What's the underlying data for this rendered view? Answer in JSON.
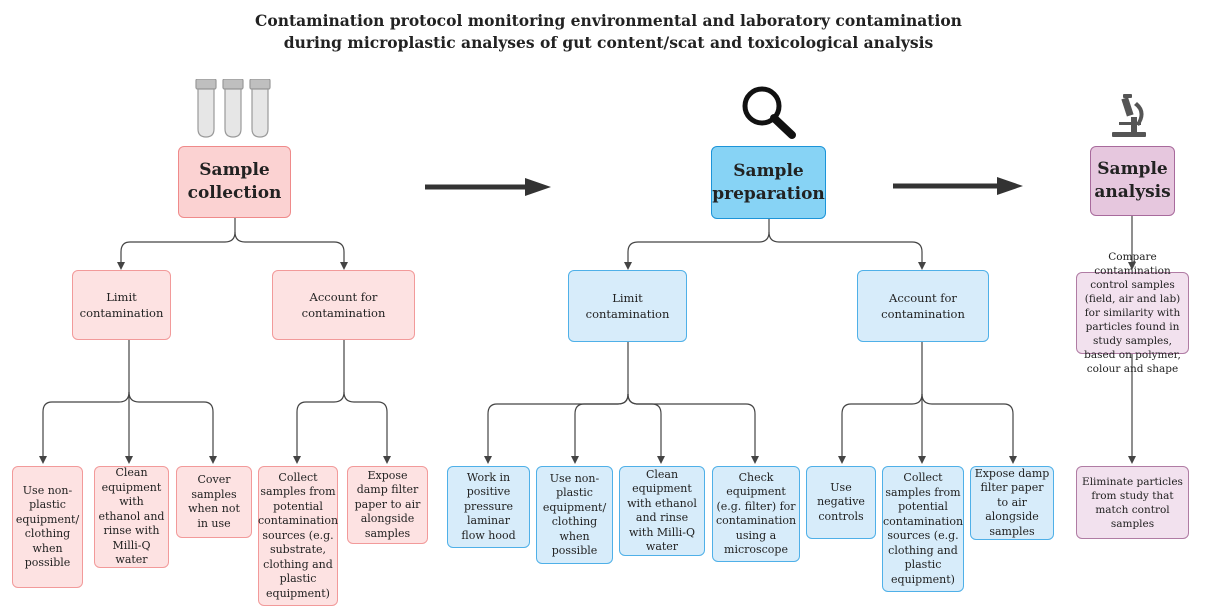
{
  "title": {
    "line1": "Contamination protocol monitoring environmental and laboratory contamination",
    "line2": "during microplastic analyses of gut content/scat and toxicological analysis"
  },
  "colors": {
    "collection_fill": "#fbd2d2",
    "collection_border": "#ef8a8a",
    "preparation_fill": "#87d3f5",
    "preparation_border": "#1c94d8",
    "analysis_fill": "#e6c7de",
    "analysis_border": "#a86a9c",
    "arrow": "#333333"
  },
  "icons": {
    "collection": "test-tubes-icon",
    "preparation": "magnifying-glass-icon",
    "analysis": "microscope-icon"
  },
  "collection": {
    "title": "Sample collection",
    "limit": {
      "label": "Limit contamination",
      "items": [
        "Use non-plastic equipment/ clothing when possible",
        "Clean equipment with ethanol and rinse with Milli-Q water",
        "Cover samples when not in use"
      ]
    },
    "account": {
      "label": "Account for contamination",
      "items": [
        "Collect samples from potential contamination sources (e.g. substrate, clothing and plastic equipment)",
        "Expose damp filter paper to air alongside samples"
      ]
    }
  },
  "preparation": {
    "title": "Sample preparation",
    "limit": {
      "label": "Limit contamination",
      "items": [
        "Work in positive pressure laminar flow hood",
        "Use non-plastic equipment/ clothing when possible",
        "Clean equipment with ethanol and rinse with Milli-Q water",
        "Check equipment (e.g. filter) for contamination using a microscope"
      ]
    },
    "account": {
      "label": "Account for contamination",
      "items": [
        "Use negative controls",
        "Collect samples from potential contamination sources (e.g. clothing and plastic equipment)",
        "Expose damp filter paper to air alongside samples"
      ]
    }
  },
  "analysis": {
    "title": "Sample analysis",
    "steps": [
      "Compare contamination control samples (field, air and lab) for similarity with particles found in study samples, based on polymer, colour and shape",
      "Eliminate particles from study that match control samples"
    ]
  }
}
